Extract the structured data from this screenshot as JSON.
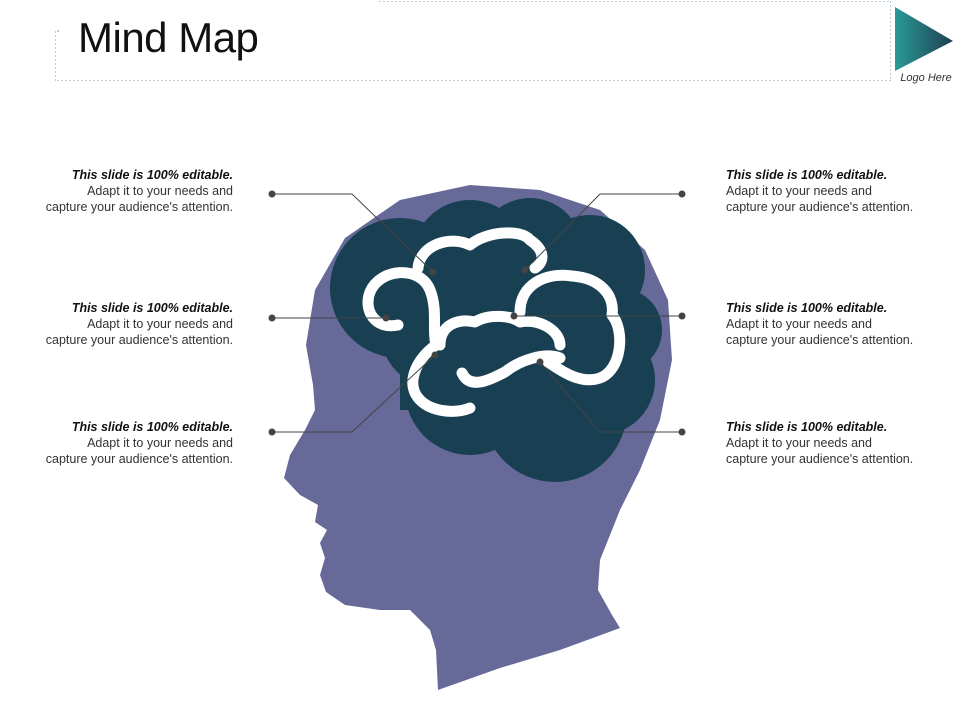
{
  "title": "Mind Map",
  "logo": {
    "text": "Logo Here"
  },
  "colors": {
    "head": "#676a98",
    "brain": "#183f52",
    "brain_outline": "#ffffff",
    "connector": "#444444",
    "logo_gradient_start": "#2e8b8f",
    "logo_gradient_end": "#1e3d4f"
  },
  "notes": {
    "left": [
      {
        "heading": "This slide is 100% editable.",
        "body": "Adapt it to your needs and capture your audience's attention."
      },
      {
        "heading": "This slide is 100% editable.",
        "body": "Adapt it to your needs and capture your audience's attention."
      },
      {
        "heading": "This slide is 100% editable.",
        "body": "Adapt it to your needs and capture your audience's attention."
      }
    ],
    "right": [
      {
        "heading": "This slide is 100% editable.",
        "body": "Adapt it to your needs and capture your audience's attention."
      },
      {
        "heading": "This slide is 100% editable.",
        "body": "Adapt it to your needs and capture your audience's attention."
      },
      {
        "heading": "This slide is 100% editable.",
        "body": "Adapt it to your needs and capture your audience's attention."
      }
    ]
  }
}
